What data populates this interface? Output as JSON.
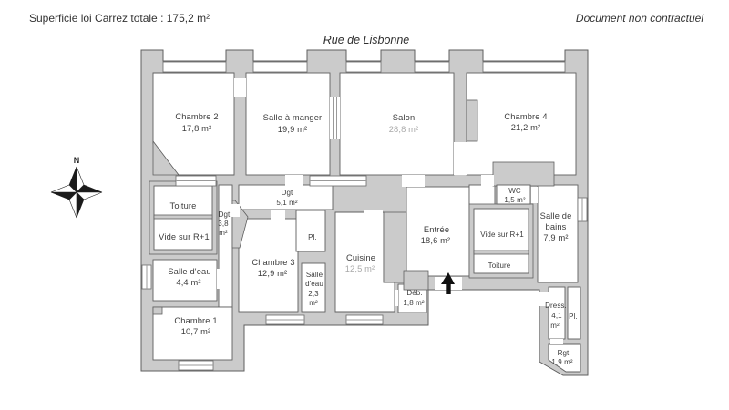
{
  "header": {
    "surface_label": "Superficie loi Carrez totale :  175,2 m²",
    "disclaimer": "Document non contractuel",
    "street": "Rue de Lisbonne"
  },
  "compass": {
    "north_label": "N"
  },
  "colors": {
    "wall_fill": "#cbcbcb",
    "wall_edge": "#5f5f5f",
    "label_text": "#3c3c3c",
    "entrance_arrow": "#111111"
  },
  "rooms": [
    {
      "name": "Chambre 2",
      "area": "17,8 m²",
      "lines": [
        "Chambre 2",
        "17,8 m²"
      ]
    },
    {
      "name": "Salle à manger",
      "area": "19,9 m²",
      "lines": [
        "Salle à manger",
        "19,9 m²"
      ]
    },
    {
      "name": "Salon",
      "area": "28,8 m²",
      "lines": [
        "Salon",
        "28,8 m²"
      ]
    },
    {
      "name": "Chambre 4",
      "area": "21,2 m²",
      "lines": [
        "Chambre 4",
        "21,2 m²"
      ]
    },
    {
      "name": "Toiture",
      "area": "",
      "lines": [
        "Toiture"
      ]
    },
    {
      "name": "Vide sur R+1",
      "area": "",
      "lines": [
        "Vide sur R+1"
      ]
    },
    {
      "name": "Dgt",
      "area": "3,8 m²",
      "lines": [
        "Dgt",
        "3,8",
        "m²"
      ]
    },
    {
      "name": "Dgt",
      "area": "5,1 m²",
      "lines": [
        "Dgt",
        "5,1 m²"
      ]
    },
    {
      "name": "Pl.",
      "area": "",
      "lines": [
        "Pl."
      ]
    },
    {
      "name": "Salle d'eau",
      "area": "4,4 m²",
      "lines": [
        "Salle d'eau",
        "4,4 m²"
      ]
    },
    {
      "name": "Chambre 3",
      "area": "12,9 m²",
      "lines": [
        "Chambre 3",
        "12,9 m²"
      ]
    },
    {
      "name": "Salle d'eau",
      "area": "2,3 m²",
      "lines": [
        "Salle",
        "d'eau",
        "2,3",
        "m²"
      ]
    },
    {
      "name": "Cuisine",
      "area": "12,5 m²",
      "lines": [
        "Cuisine",
        "12,5 m²"
      ]
    },
    {
      "name": "Entrée",
      "area": "18,6 m²",
      "lines": [
        "Entrée",
        "18,6 m²"
      ]
    },
    {
      "name": "Déb.",
      "area": "1,8 m²",
      "lines": [
        "Déb.",
        "1,8 m²"
      ]
    },
    {
      "name": "WC",
      "area": "1,5 m²",
      "lines": [
        "WC",
        "1,5 m²"
      ]
    },
    {
      "name": "Vide sur R+1",
      "area": "",
      "lines": [
        "Vide sur R+1"
      ]
    },
    {
      "name": "Toiture",
      "area": "",
      "lines": [
        "Toiture"
      ]
    },
    {
      "name": "Salle de bains",
      "area": "7,9 m²",
      "lines": [
        "Salle de",
        "bains",
        "7,9 m²"
      ]
    },
    {
      "name": "Chambre 1",
      "area": "10,7 m²",
      "lines": [
        "Chambre 1",
        "10,7 m²"
      ]
    },
    {
      "name": "Dress.",
      "area": "4,1 m²",
      "lines": [
        "Dress.",
        "4,1",
        "m²"
      ]
    },
    {
      "name": "Pl.",
      "area": "",
      "lines": [
        "Pl."
      ]
    },
    {
      "name": "Rgt",
      "area": "1,9 m²",
      "lines": [
        "Rgt",
        "1,9 m²"
      ]
    }
  ]
}
